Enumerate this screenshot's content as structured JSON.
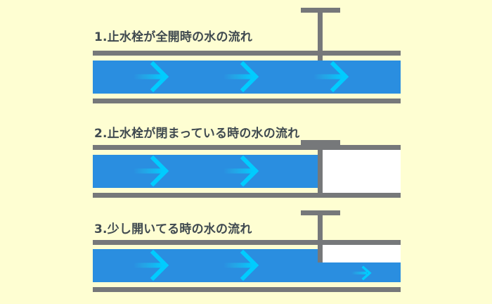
{
  "panels": [
    {
      "title": "1.止水栓が全開時の水の流れ",
      "valve_state": "open"
    },
    {
      "title": "2.止水栓が閉まっている時の水の流れ",
      "valve_state": "closed"
    },
    {
      "title": "3.少し開いてる時の水の流れ",
      "valve_state": "partially-open"
    }
  ],
  "colors": {
    "background": "#fefed2",
    "pipe_wall": "#76787a",
    "water": "#2a8ee0",
    "arrow_start": "#1fb6ea",
    "arrow_end": "#00ccff",
    "blocked": "#ffffff",
    "title_text": "#404a50"
  },
  "icons": [
    "flow-arrow-icon",
    "valve-handle-icon"
  ]
}
